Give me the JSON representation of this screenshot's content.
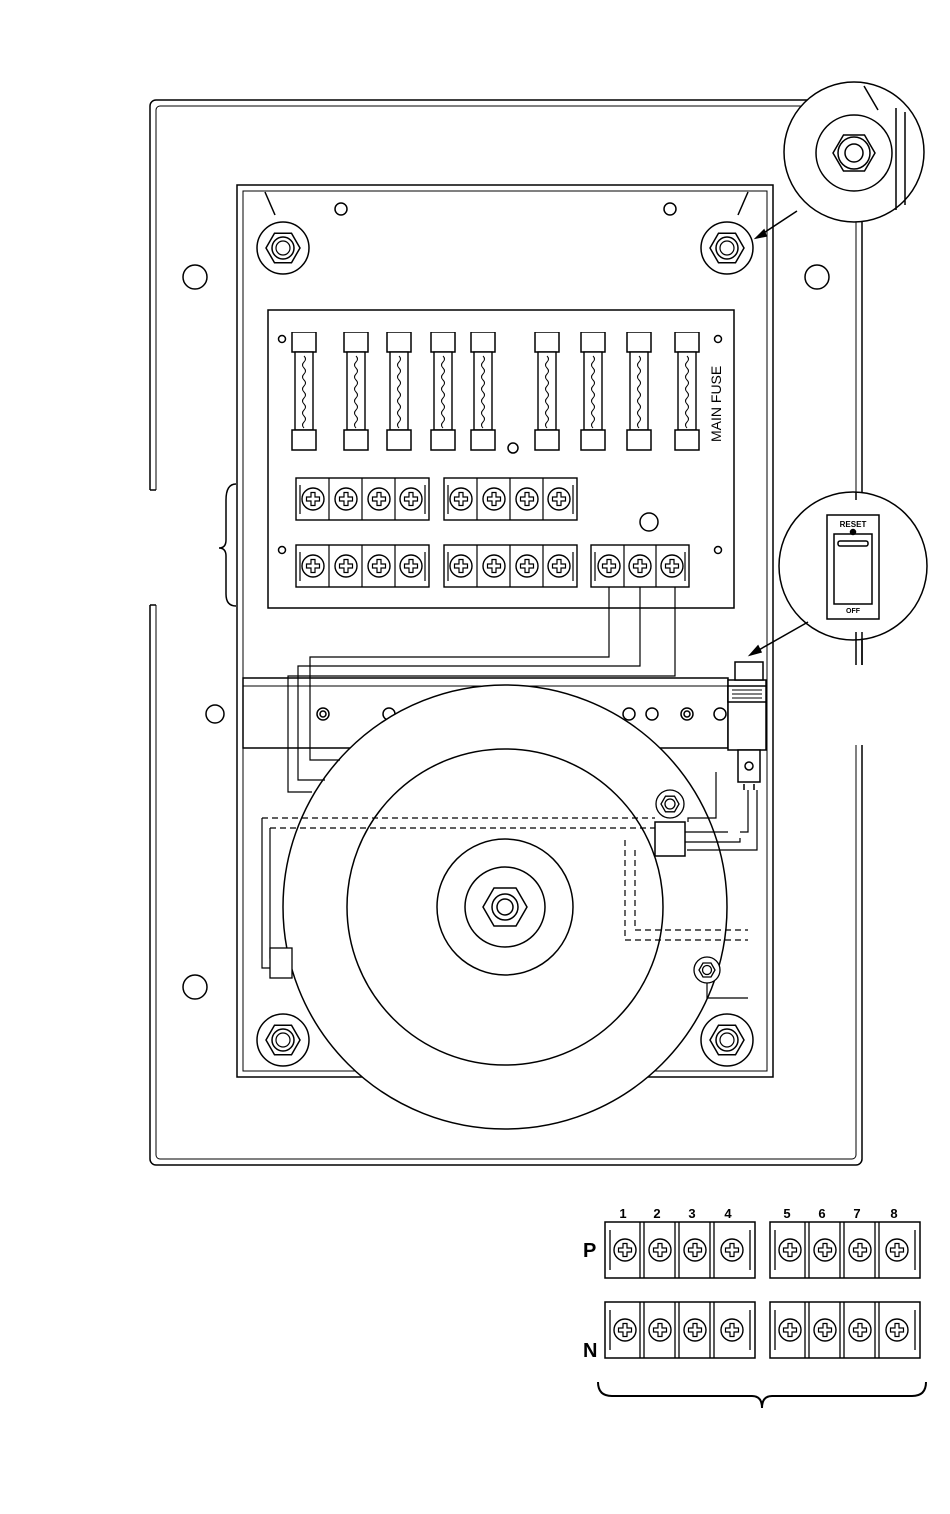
{
  "labels": {
    "main_fuse": "MAIN FUSE",
    "reset": "RESET",
    "off": "OFF",
    "row_p": "P",
    "row_n": "N"
  },
  "terminal_numbers": [
    "1",
    "2",
    "3",
    "4",
    "5",
    "6",
    "7",
    "8"
  ],
  "colors": {
    "line": "#000000",
    "background": "#ffffff"
  }
}
